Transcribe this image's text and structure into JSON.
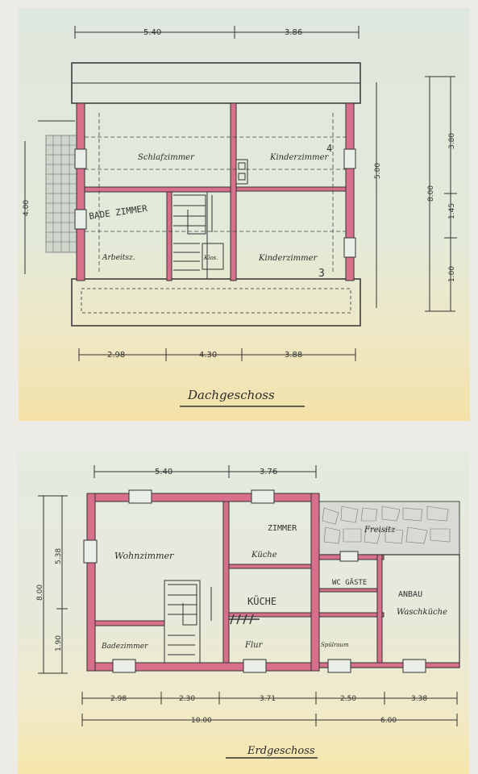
{
  "attic": {
    "title": "Dachgeschoss",
    "dims_top": [
      "5.40",
      "3.86"
    ],
    "dims_bottom": [
      "2.98",
      "4.30",
      "3.88"
    ],
    "dims_right": [
      "3.80",
      "1.45",
      "1.00"
    ],
    "dim_right_total": "8.00",
    "dim_left": "4.00",
    "dim_mid": "5.00",
    "rooms": {
      "schlafzimmer": "Schlafzimmer",
      "kinderzimmer_1": "Kinderzimmer",
      "kinderzimmer_2": "Kinderzimmer",
      "arbeitsz": "Arbeitsz.",
      "klos": "Klos.",
      "bade_zimmer": "BADE ZIMMER"
    },
    "pen_numbers": [
      "4",
      "3"
    ]
  },
  "ground": {
    "title": "Erdgeschoss",
    "dims_top": [
      "5.40",
      "3.76"
    ],
    "dims_bottom": [
      "2.98",
      "2.30",
      "3.71",
      "2.50",
      "3.38"
    ],
    "dims_total": [
      "10.00",
      "6.00"
    ],
    "dim_left_total": "8.00",
    "dims_left": [
      "5.38",
      "1.90"
    ],
    "rooms": {
      "wohnzimmer": "Wohnzimmer",
      "kueche": "Küche",
      "badezimmer": "Badezimmer",
      "flur": "Flur",
      "spuelraum": "Spülraum",
      "freisitz": "Freisitz",
      "waschkueche": "Waschküche"
    },
    "pen_labels": [
      "ZIMMER",
      "KÜCHE",
      "WC GÄSTE",
      "ANBAU"
    ]
  },
  "colors": {
    "wall": "#d9708b",
    "wall_dark": "#c9566f",
    "ink": "#2b2b2b",
    "paper": "#e2ead9",
    "paper_warm": "#f4e2a8"
  }
}
